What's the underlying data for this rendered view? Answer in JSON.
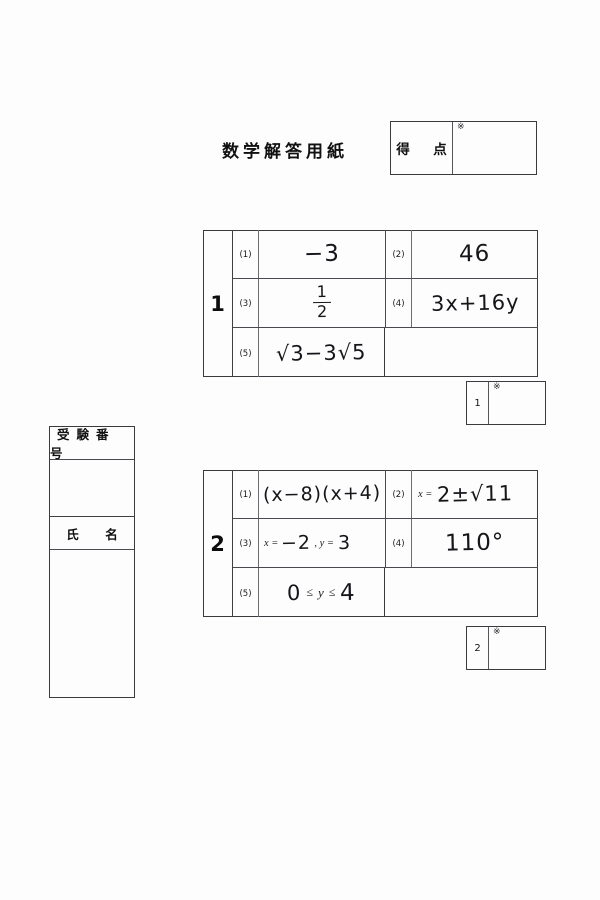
{
  "sheet": {
    "title": "数学解答用紙",
    "kome_mark": "※"
  },
  "total_score": {
    "label": "得　点",
    "value": "",
    "mark": "※"
  },
  "examinee": {
    "number_label": "受験番号",
    "number_value": "",
    "name_label": "氏　名",
    "name_value": ""
  },
  "sections": [
    {
      "number": "1",
      "score_label": "1",
      "score_value": "",
      "score_mark": "※",
      "items": [
        {
          "no": "(1)",
          "printed_prefix": "",
          "answer": "−3"
        },
        {
          "no": "(2)",
          "printed_prefix": "",
          "answer": "46"
        },
        {
          "no": "(3)",
          "printed_prefix": "",
          "answer": "1/2",
          "kind": "fraction",
          "numerator": "1",
          "denominator": "2"
        },
        {
          "no": "(4)",
          "printed_prefix": "",
          "answer": "3x+16y"
        },
        {
          "no": "(5)",
          "printed_prefix": "",
          "answer": "√3−3√5",
          "kind": "radical",
          "radical_parts": [
            "3",
            "5"
          ],
          "prefix_text": "",
          "middle_text": "−3"
        }
      ]
    },
    {
      "number": "2",
      "score_label": "2",
      "score_value": "",
      "score_mark": "※",
      "items": [
        {
          "no": "(1)",
          "printed_prefix": "",
          "answer": "(x−8)(x+4)"
        },
        {
          "no": "(2)",
          "printed_prefix": "x =",
          "answer": "2±√11",
          "kind": "radical",
          "radical_parts": [
            "11"
          ]
        },
        {
          "no": "(3)",
          "printed_prefix": "x =",
          "answer": "−2",
          "printed_prefix2": ", y =",
          "answer2": "3"
        },
        {
          "no": "(4)",
          "printed_prefix": "",
          "answer": "110°"
        },
        {
          "no": "(5)",
          "printed_prefix": "",
          "answer": "0 ≤ y ≤ 4",
          "left_value": "0",
          "rel1": "≤",
          "var": "y",
          "rel2": "≤",
          "right_value": "4"
        }
      ]
    }
  ]
}
